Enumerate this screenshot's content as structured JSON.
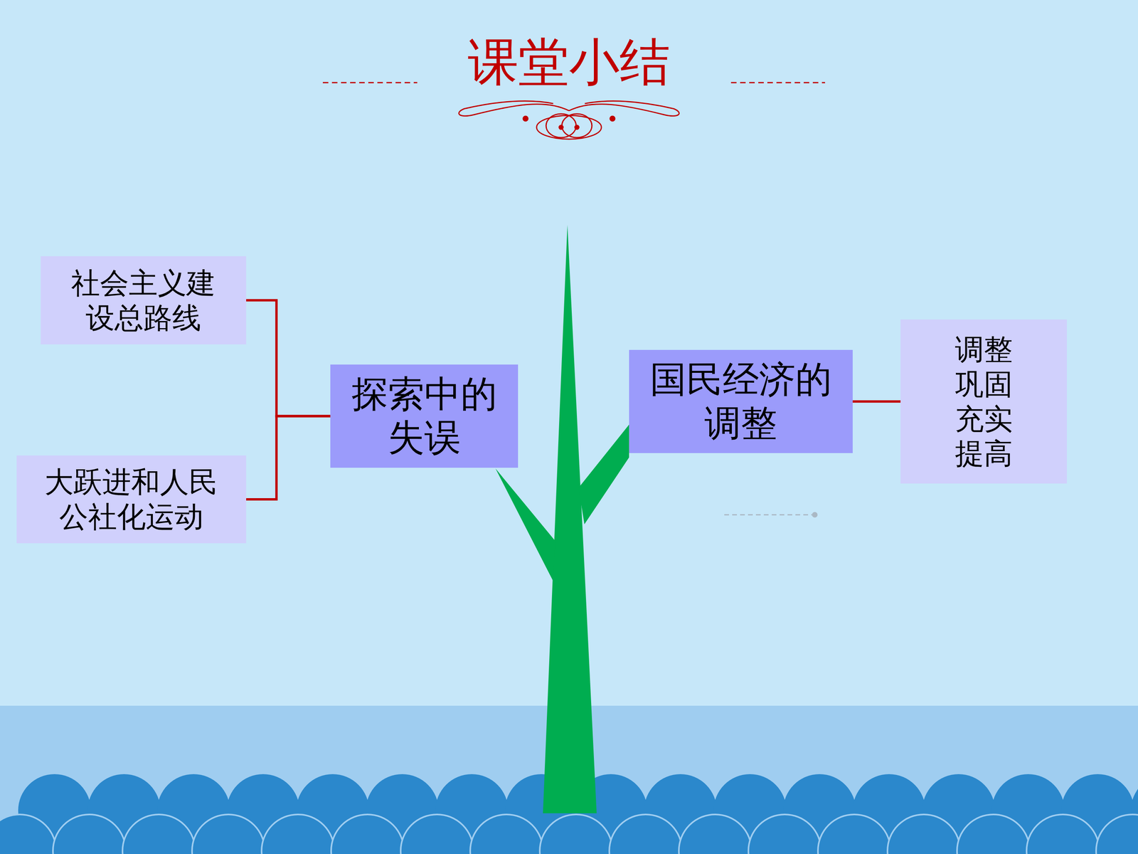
{
  "diagram": {
    "title": "课堂小结",
    "nodes": [
      {
        "text": [
          "社会主义建设总路线"
        ]
      },
      {
        "text": [
          "大跃进和人民公社化运动"
        ]
      },
      {
        "text": [
          "探索中的失误"
        ]
      },
      {
        "text": [
          "国民经济的调整"
        ]
      },
      {
        "text": [
          "调整 巩固 充实 提高"
        ]
      }
    ],
    "edges": [
      {
        "from": 0,
        "to": 2,
        "arrow": "none"
      },
      {
        "from": 1,
        "to": 2,
        "arrow": "none"
      },
      {
        "from": 3,
        "to": 4,
        "arrow": "none"
      }
    ]
  }
}
